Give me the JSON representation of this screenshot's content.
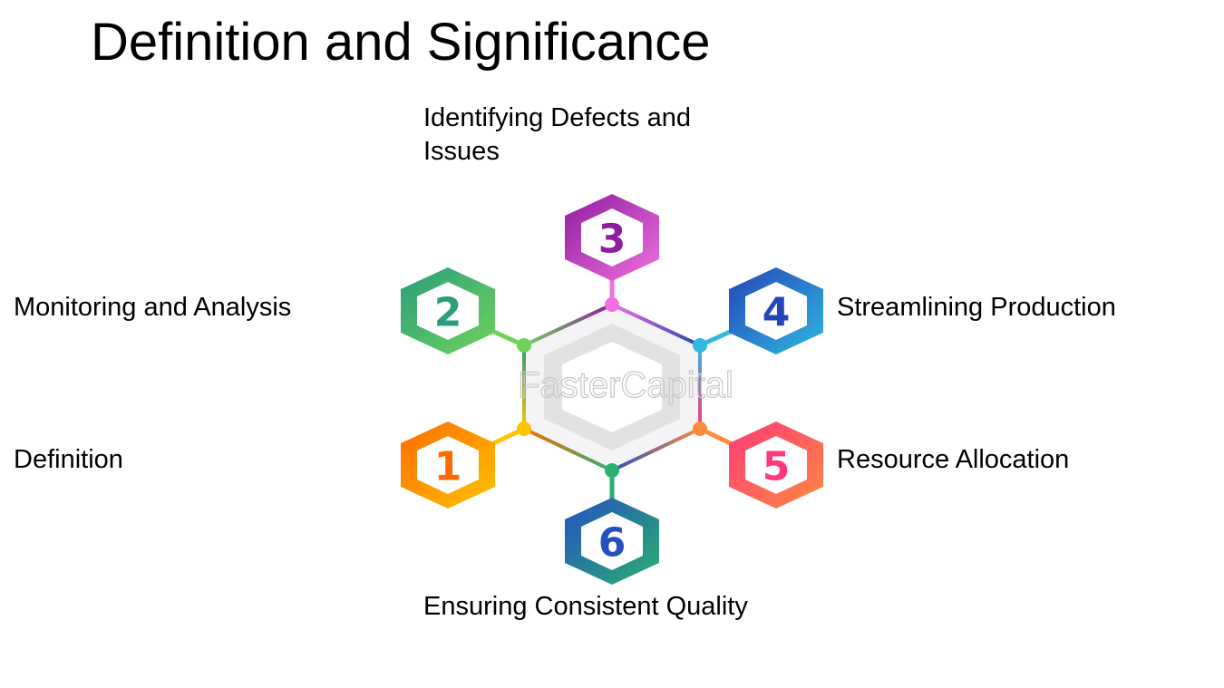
{
  "slide": {
    "title": "Definition and Significance"
  },
  "diagram": {
    "watermark": "FasterCapital",
    "items": [
      {
        "number": "1",
        "label": "Definition",
        "color_start": "#ff6a00",
        "color_end": "#ffc400"
      },
      {
        "number": "2",
        "label": "Monitoring and Analysis",
        "color_start": "#2a9d7c",
        "color_end": "#6fd35a"
      },
      {
        "number": "3",
        "label_line1": "Identifying Defects and",
        "label_line2": "Issues",
        "color_start": "#8e1e9e",
        "color_end": "#f070e0"
      },
      {
        "number": "4",
        "label": "Streamlining Production",
        "color_start": "#2445b8",
        "color_end": "#30b8e0"
      },
      {
        "number": "5",
        "label": "Resource Allocation",
        "color_start": "#ff3a7a",
        "color_end": "#ff8a40"
      },
      {
        "number": "6",
        "label": "Ensuring Consistent Quality",
        "color_start": "#2450c0",
        "color_end": "#2bb070"
      }
    ]
  }
}
